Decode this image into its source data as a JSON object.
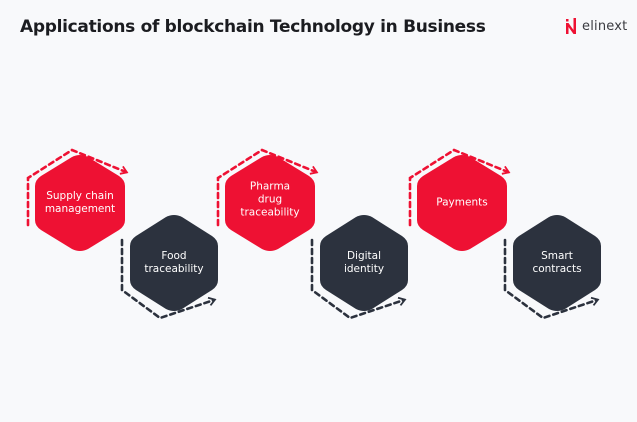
{
  "header": {
    "title": "Applications of blockchain Technology in Business",
    "logo_text": "elinext"
  },
  "colors": {
    "background": "#f8f9fb",
    "accent_red": "#ee1133",
    "dark": "#2c323e",
    "title_text": "#1b1c20"
  },
  "steps": [
    {
      "label": "Supply chain management",
      "lines": [
        "Supply chain",
        "management"
      ],
      "color": "red",
      "position": "top"
    },
    {
      "label": "Food traceability",
      "lines": [
        "Food",
        "traceability"
      ],
      "color": "dark",
      "position": "bottom"
    },
    {
      "label": "Pharma drug traceability",
      "lines": [
        "Pharma",
        "drug",
        "traceability"
      ],
      "color": "red",
      "position": "top"
    },
    {
      "label": "Digital identity",
      "lines": [
        "Digital",
        "identity"
      ],
      "color": "dark",
      "position": "bottom"
    },
    {
      "label": "Payments",
      "lines": [
        "Payments"
      ],
      "color": "red",
      "position": "top"
    },
    {
      "label": "Smart contracts",
      "lines": [
        "Smart",
        "contracts"
      ],
      "color": "dark",
      "position": "bottom"
    }
  ]
}
